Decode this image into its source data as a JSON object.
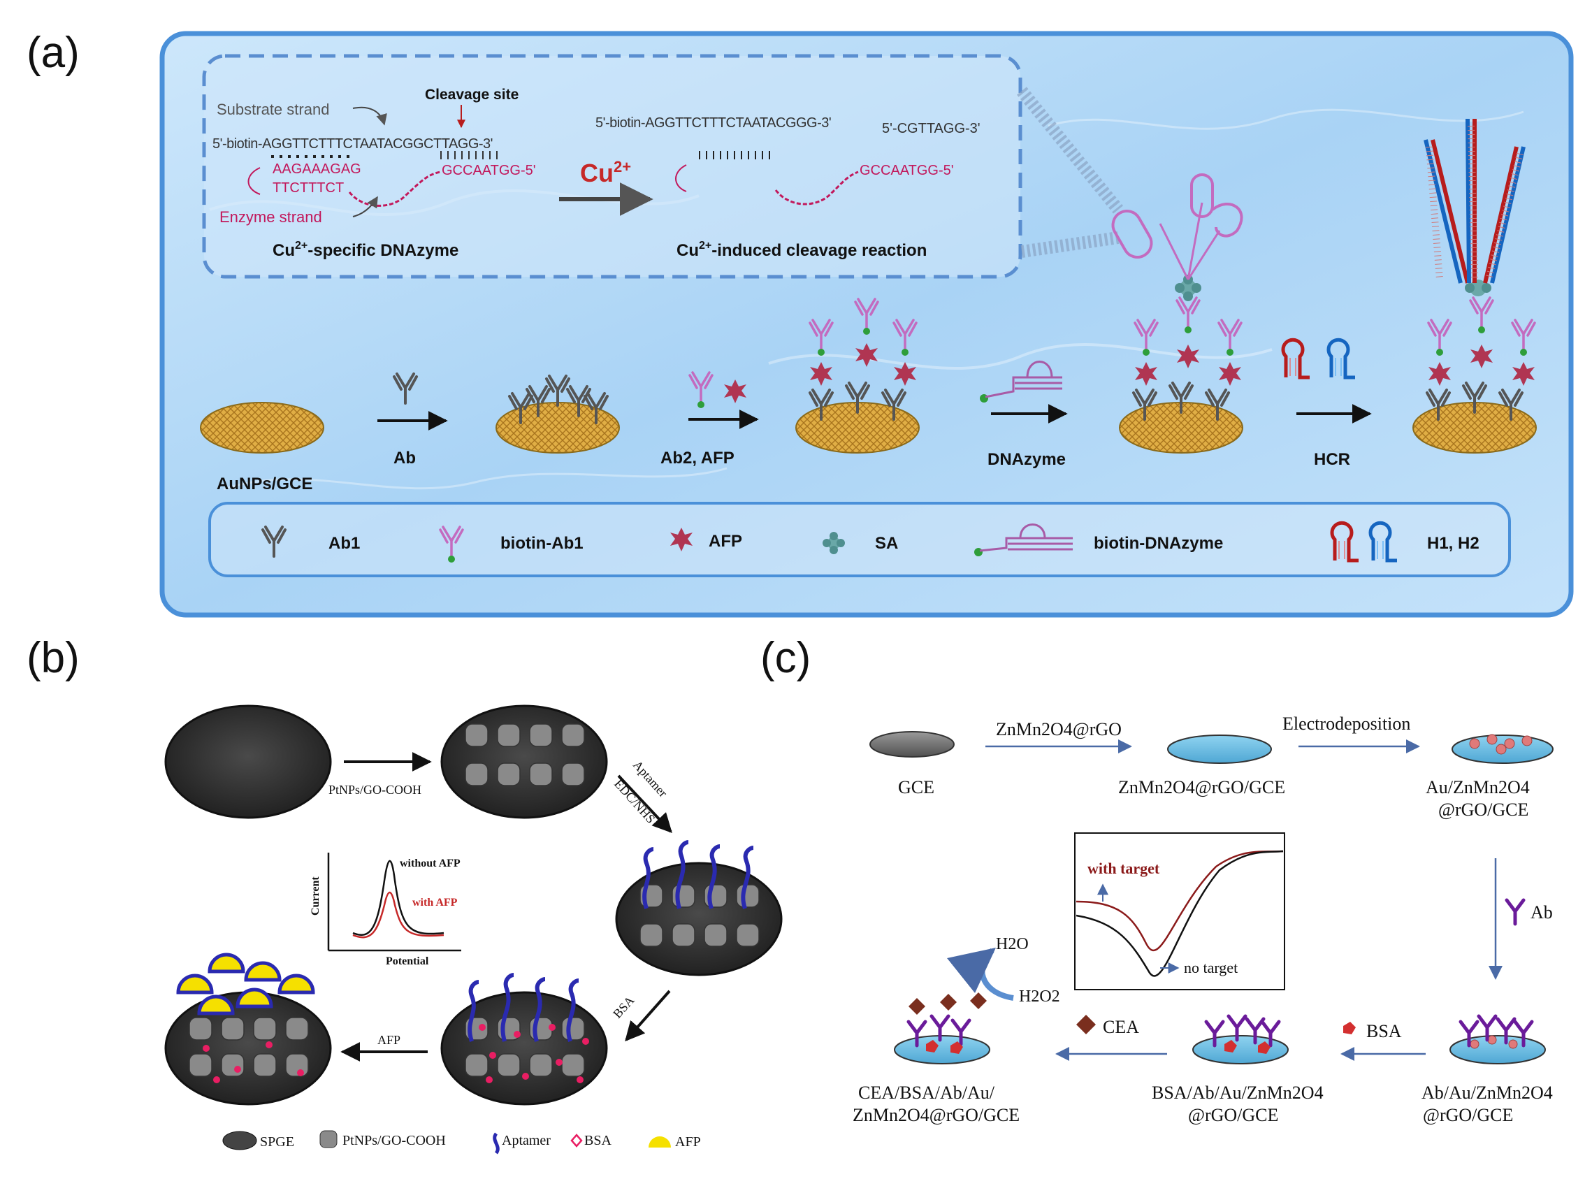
{
  "panels": {
    "a": "(a)",
    "b": "(b)",
    "c": "(c)"
  },
  "panel_a": {
    "inset": {
      "substrate_label": "Substrate strand",
      "cleavage_site": "Cleavage site",
      "seq_top_left": "5'-biotin-AGGTTCTTTCTAATACGGCTTAGG-3'",
      "seq_bottom_left": "AAGAAAGAG",
      "seq_loop_left": "TTCTTTCT",
      "seq_right_left": "GCCAATGG-5'",
      "enzyme_label": "Enzyme strand",
      "caption_left_pre": "Cu",
      "caption_left_sup": "2+",
      "caption_left_post": "-specific DNAzyme",
      "cu": "Cu",
      "cu_sup": "2+",
      "seq_top_right_a": "5'-biotin-AGGTTCTTTCTAATACGGG-3'",
      "seq_top_right_b": "5'-CGTTAGG-3'",
      "seq_right_right": "GCCAATGG-5'",
      "caption_right_pre": "Cu",
      "caption_right_sup": "2+",
      "caption_right_post": "-induced cleavage reaction"
    },
    "steps": {
      "s0": "AuNPs/GCE",
      "ab": "Ab",
      "ab2afp": "Ab2, AFP",
      "dnazyme": "DNAzyme",
      "hcr": "HCR"
    },
    "legend": {
      "ab1": "Ab1",
      "biotin_ab1": "biotin-Ab1",
      "afp": "AFP",
      "sa": "SA",
      "biotin_dnazyme": "biotin-DNAzyme",
      "h1h2": "H1, H2"
    },
    "colors": {
      "bg": "#bfe0fa",
      "frame": "#4a90d9",
      "gold": "#d9a63a",
      "magenta": "#c2185b",
      "red": "#c62828",
      "antibody": "#555555"
    }
  },
  "panel_b": {
    "arrow1": "PtNPs/GO-COOH",
    "arrow2a": "Aptamer",
    "arrow2b": "EDC/NHS",
    "arrow3": "BSA",
    "arrow4": "AFP",
    "inset_without": "without AFP",
    "inset_with": "with AFP",
    "inset_y": "Current",
    "inset_x": "Potential",
    "legend": [
      "SPGE",
      "PtNPs/GO-COOH",
      "Aptamer",
      "BSA",
      "AFP"
    ]
  },
  "panel_c": {
    "gce": "GCE",
    "step1": "ZnMn2O4@rGO",
    "label2": "ZnMn2O4@rGO/GCE",
    "step2": "Electrodeposition",
    "label3a": "Au/ZnMn2O4",
    "label3b": "@rGO/GCE",
    "ab": "Ab",
    "label4a": "Ab/Au/ZnMn2O4",
    "label4b": "@rGO/GCE",
    "bsa": "BSA",
    "label5a": "BSA/Ab/Au/ZnMn2O4",
    "label5b": "@rGO/GCE",
    "cea": "CEA",
    "label6a": "CEA/BSA/Ab/Au/",
    "label6b": "ZnMn2O4@rGO/GCE",
    "h2o": "H2O",
    "h2o2": "H2O2",
    "with_target": "with target",
    "no_target": "no target"
  }
}
